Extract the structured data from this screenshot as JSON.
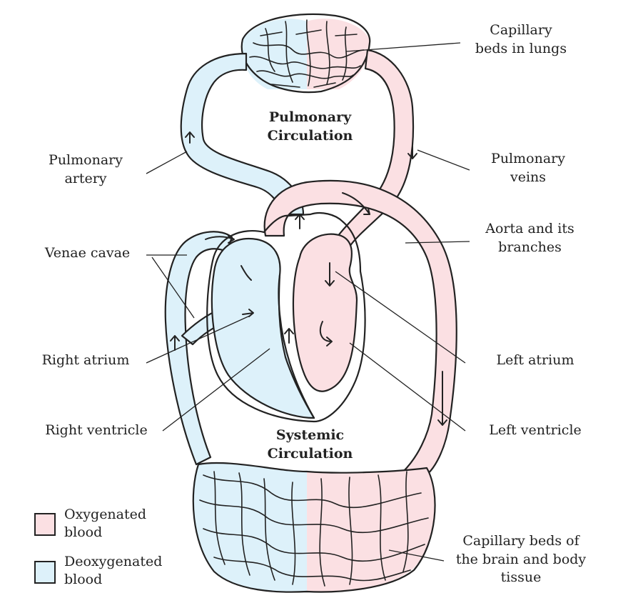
{
  "colors": {
    "oxygenated": "#fbe0e3",
    "deoxygenated": "#ddf1fa",
    "outline": "#222222"
  },
  "sections": {
    "pulmonary": [
      "Pulmonary",
      "Circulation"
    ],
    "systemic": [
      "Systemic",
      "Circulation"
    ]
  },
  "labels": {
    "capillary_lungs": [
      "Capillary",
      "beds in lungs"
    ],
    "pulmonary_artery": [
      "Pulmonary",
      "artery"
    ],
    "pulmonary_veins": [
      "Pulmonary",
      "veins"
    ],
    "aorta": [
      "Aorta and its",
      "branches"
    ],
    "venae_cavae": [
      "Venae cavae"
    ],
    "right_atrium": [
      "Right atrium"
    ],
    "left_atrium": [
      "Left atrium"
    ],
    "right_ventricle": [
      "Right ventricle"
    ],
    "left_ventricle": [
      "Left ventricle"
    ],
    "capillary_body": [
      "Capillary beds of",
      "the brain and body",
      "tissue"
    ]
  },
  "legend": {
    "oxygenated": [
      "Oxygenated",
      "blood"
    ],
    "deoxygenated": [
      "Deoxygenated",
      "blood"
    ]
  }
}
